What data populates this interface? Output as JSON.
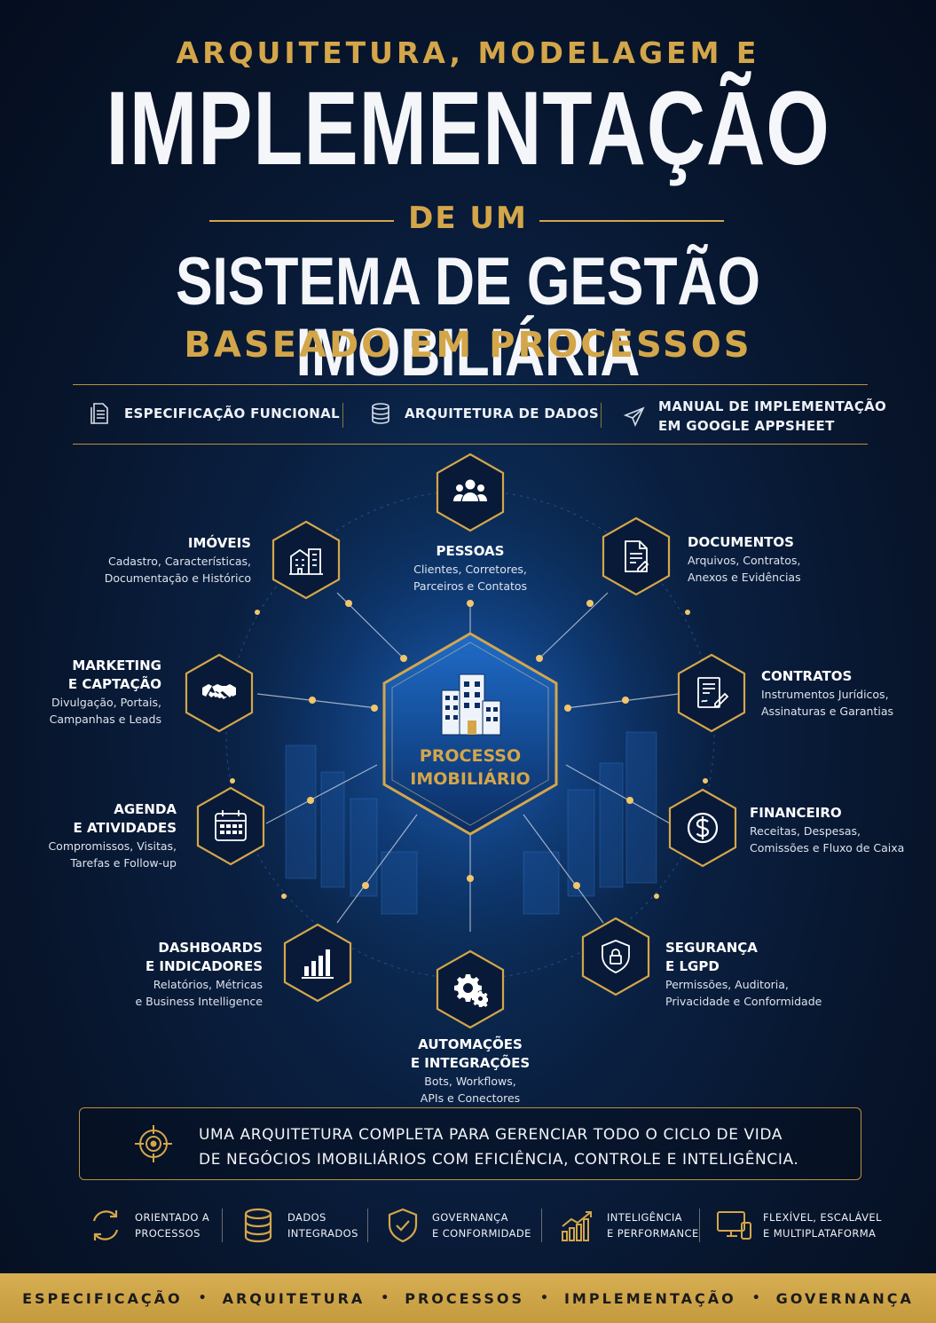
{
  "header": {
    "top_line": "ARQUITETURA, MODELAGEM E",
    "main_title": "IMPLEMENTAÇÃO",
    "connector": "DE UM",
    "system_title": "SISTEMA DE GESTÃO IMOBILIÁRIA",
    "base_line": "BASEADO EM PROCESSOS"
  },
  "features": [
    {
      "icon": "document-list-icon",
      "label": "ESPECIFICAÇÃO FUNCIONAL"
    },
    {
      "icon": "database-icon",
      "label": "ARQUITETURA DE DADOS"
    },
    {
      "icon": "paper-plane-icon",
      "label_line1": "MANUAL DE IMPLEMENTAÇÃO",
      "label_line2": "EM GOOGLE APPSHEET"
    }
  ],
  "center": {
    "icon": "building-icon",
    "title_line1": "PROCESSO",
    "title_line2": "IMOBILIÁRIO"
  },
  "nodes": {
    "pessoas": {
      "icon": "people-icon",
      "title": "PESSOAS",
      "desc1": "Clientes, Corretores,",
      "desc2": "Parceiros e Contatos"
    },
    "imoveis": {
      "icon": "buildings-icon",
      "title": "IMÓVEIS",
      "desc1": "Cadastro, Características,",
      "desc2": "Documentação e Histórico"
    },
    "documentos": {
      "icon": "document-edit-icon",
      "title": "DOCUMENTOS",
      "desc1": "Arquivos, Contratos,",
      "desc2": "Anexos e Evidências"
    },
    "marketing": {
      "icon": "handshake-icon",
      "title1": "MARKETING",
      "title2": "E CAPTAÇÃO",
      "desc1": "Divulgação, Portais,",
      "desc2": "Campanhas e Leads"
    },
    "contratos": {
      "icon": "contract-icon",
      "title": "CONTRATOS",
      "desc1": "Instrumentos Jurídicos,",
      "desc2": "Assinaturas e Garantias"
    },
    "agenda": {
      "icon": "calendar-icon",
      "title1": "AGENDA",
      "title2": "E ATIVIDADES",
      "desc1": "Compromissos, Visitas,",
      "desc2": "Tarefas e Follow-up"
    },
    "financeiro": {
      "icon": "dollar-icon",
      "title": "FINANCEIRO",
      "desc1": "Receitas, Despesas,",
      "desc2": "Comissões e Fluxo de Caixa"
    },
    "dashboards": {
      "icon": "bar-chart-icon",
      "title1": "DASHBOARDS",
      "title2": "E INDICADORES",
      "desc1": "Relatórios, Métricas",
      "desc2": "e Business Intelligence"
    },
    "seguranca": {
      "icon": "shield-lock-icon",
      "title1": "SEGURANÇA",
      "title2": "E LGPD",
      "desc1": "Permissões, Auditoria,",
      "desc2": "Privacidade e Conformidade"
    },
    "automacoes": {
      "icon": "gears-icon",
      "title1": "AUTOMAÇÕES",
      "title2": "E INTEGRAÇÕES",
      "desc1": "Bots, Workflows,",
      "desc2": "APIs e Conectores"
    }
  },
  "statement": {
    "icon": "target-icon",
    "line1": "UMA ARQUITETURA COMPLETA PARA GERENCIAR TODO O CICLO DE VIDA",
    "line2": "DE NEGÓCIOS IMOBILIÁRIOS COM EFICIÊNCIA, CONTROLE E INTELIGÊNCIA."
  },
  "pillars": [
    {
      "icon": "cycle-arrows-icon",
      "line1": "ORIENTADO A",
      "line2": "PROCESSOS"
    },
    {
      "icon": "database-icon",
      "line1": "DADOS",
      "line2": "INTEGRADOS"
    },
    {
      "icon": "shield-check-icon",
      "line1": "GOVERNANÇA",
      "line2": "E CONFORMIDADE"
    },
    {
      "icon": "growth-chart-icon",
      "line1": "INTELIGÊNCIA",
      "line2": "E PERFORMANCE"
    },
    {
      "icon": "devices-icon",
      "line1": "FLEXÍVEL, ESCALÁVEL",
      "line2": "E MULTIPLATAFORMA"
    }
  ],
  "footer": [
    "ESPECIFICAÇÃO",
    "ARQUITETURA",
    "PROCESSOS",
    "IMPLEMENTAÇÃO",
    "GOVERNANÇA"
  ],
  "footer_separator": "•",
  "colors": {
    "gold": "#d4a64a",
    "navy": "#07142a",
    "blue_glow": "#1e6fd0",
    "white": "#f4f6fa"
  }
}
